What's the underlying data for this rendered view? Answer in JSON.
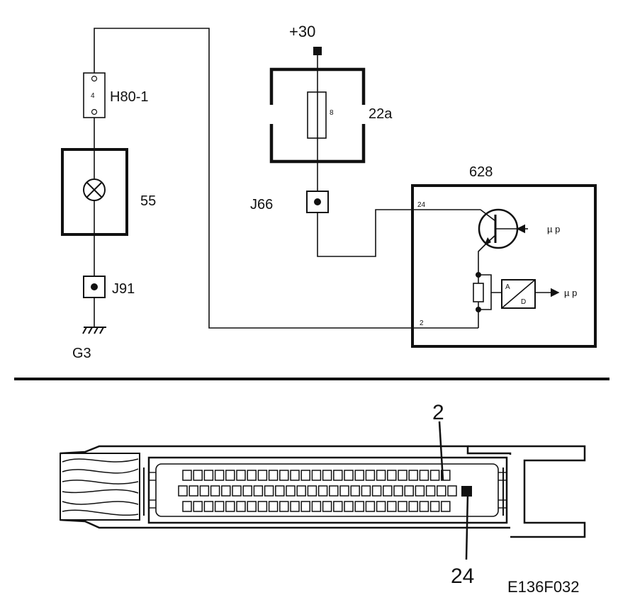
{
  "labels": {
    "supply": "+30",
    "fuse_h80": "H80-1",
    "fuse_h80_pin": "4",
    "lamp_55": "55",
    "j91": "J91",
    "ground": "G3",
    "fuse_22a": "22a",
    "fuse_22a_pin": "8",
    "j66": "J66",
    "ecu_628": "628",
    "pin_24": "24",
    "pin_2": "2",
    "mu_p_in": "µ p",
    "mu_p_out": "µ p",
    "ad_a": "A",
    "ad_d": "D",
    "connector_pin_2": "2",
    "connector_pin_24": "24",
    "figure_code": "E136F032"
  }
}
